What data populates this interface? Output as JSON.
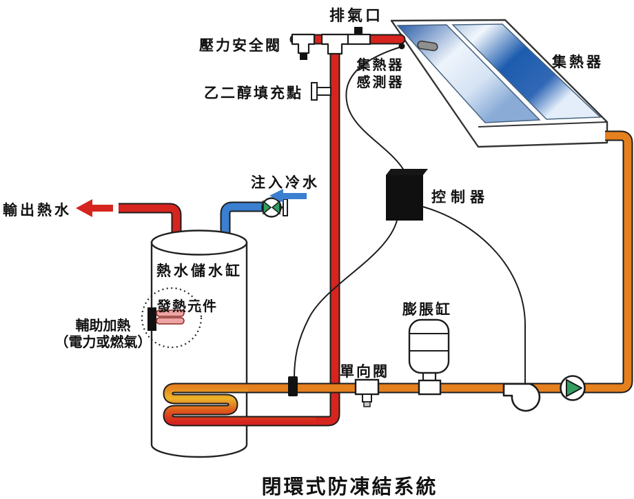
{
  "diagram": {
    "title": "閉環式防凍結系統",
    "labels": {
      "air_vent": "排氣口",
      "pressure_safety_valve": "壓力安全閥",
      "collector_sensor_line1": "集熱器",
      "collector_sensor_line2": "感測器",
      "glycol_fill_point": "乙二醇填充點",
      "collector": "集熱器",
      "controller": "控制器",
      "inject_cold_water": "注入冷水",
      "output_hot_water": "輸出熱水",
      "hot_water_tank": "熱水儲水缸",
      "heating_element": "發熱元件",
      "aux_heating_line1": "輔助加熱",
      "aux_heating_line2": "（電力或燃氣）",
      "expansion_tank": "膨脹缸",
      "check_valve": "單向閥"
    },
    "colors": {
      "hot_pipe_red": "#d6251e",
      "loop_supply_orange": "#e5801f",
      "coil_gold": "#ecb32a",
      "cold_pipe_blue": "#3a7fd0",
      "valve_green": "#2f9e5f",
      "collector_glass_blue": "#1d5cae",
      "outline_black": "#1c1c1c",
      "background": "#ffffff"
    }
  }
}
